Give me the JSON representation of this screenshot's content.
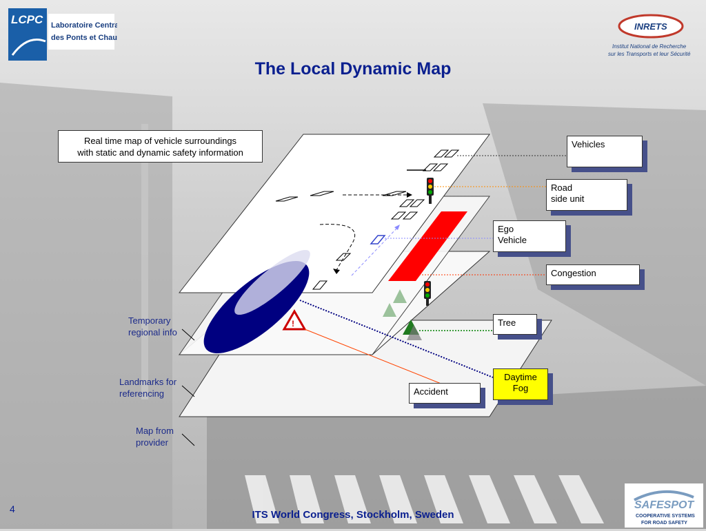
{
  "title": "The Local Dynamic Map",
  "footer": "ITS World Congress, Stockholm, Sweden",
  "page_number": "4",
  "logos": {
    "lcpc": {
      "mark": "LCPC",
      "line1": "Laboratoire Central",
      "line2": "des Ponts et Chaussées"
    },
    "inrets": {
      "mark": "INRETS",
      "line1": "Institut National de Recherche",
      "line2": "sur les Transports et leur Sécurité"
    },
    "safespot": {
      "mark": "SAFESPOT",
      "line1": "COOPERATIVE SYSTEMS",
      "line2": "FOR ROAD SAFETY"
    }
  },
  "description": {
    "line1": "Real time map of vehicle surroundings",
    "line2": "with static and dynamic safety information"
  },
  "callouts": {
    "vehicles": "Vehicles",
    "roadside_line1": "Road",
    "roadside_line2": "side unit",
    "ego_line1": "Ego",
    "ego_line2": "Vehicle",
    "congestion": "Congestion",
    "tree": "Tree",
    "fog_line1": "Daytime",
    "fog_line2": "Fog",
    "accident": "Accident"
  },
  "layers": {
    "temporary_line1": "Temporary",
    "temporary_line2": "regional info",
    "landmarks_line1": "Landmarks for",
    "landmarks_line2": "referencing",
    "map_line1": "Map from",
    "map_line2": "provider"
  },
  "colors": {
    "title": "#0a1f8f",
    "congestion": "#ff0000",
    "fog": "#000080",
    "vehicles_line": "#333333",
    "roadside_line": "#ff8c00",
    "ego_line": "#8a8aff",
    "tree_line": "#008000",
    "fog_highlight": "#ffff00"
  }
}
